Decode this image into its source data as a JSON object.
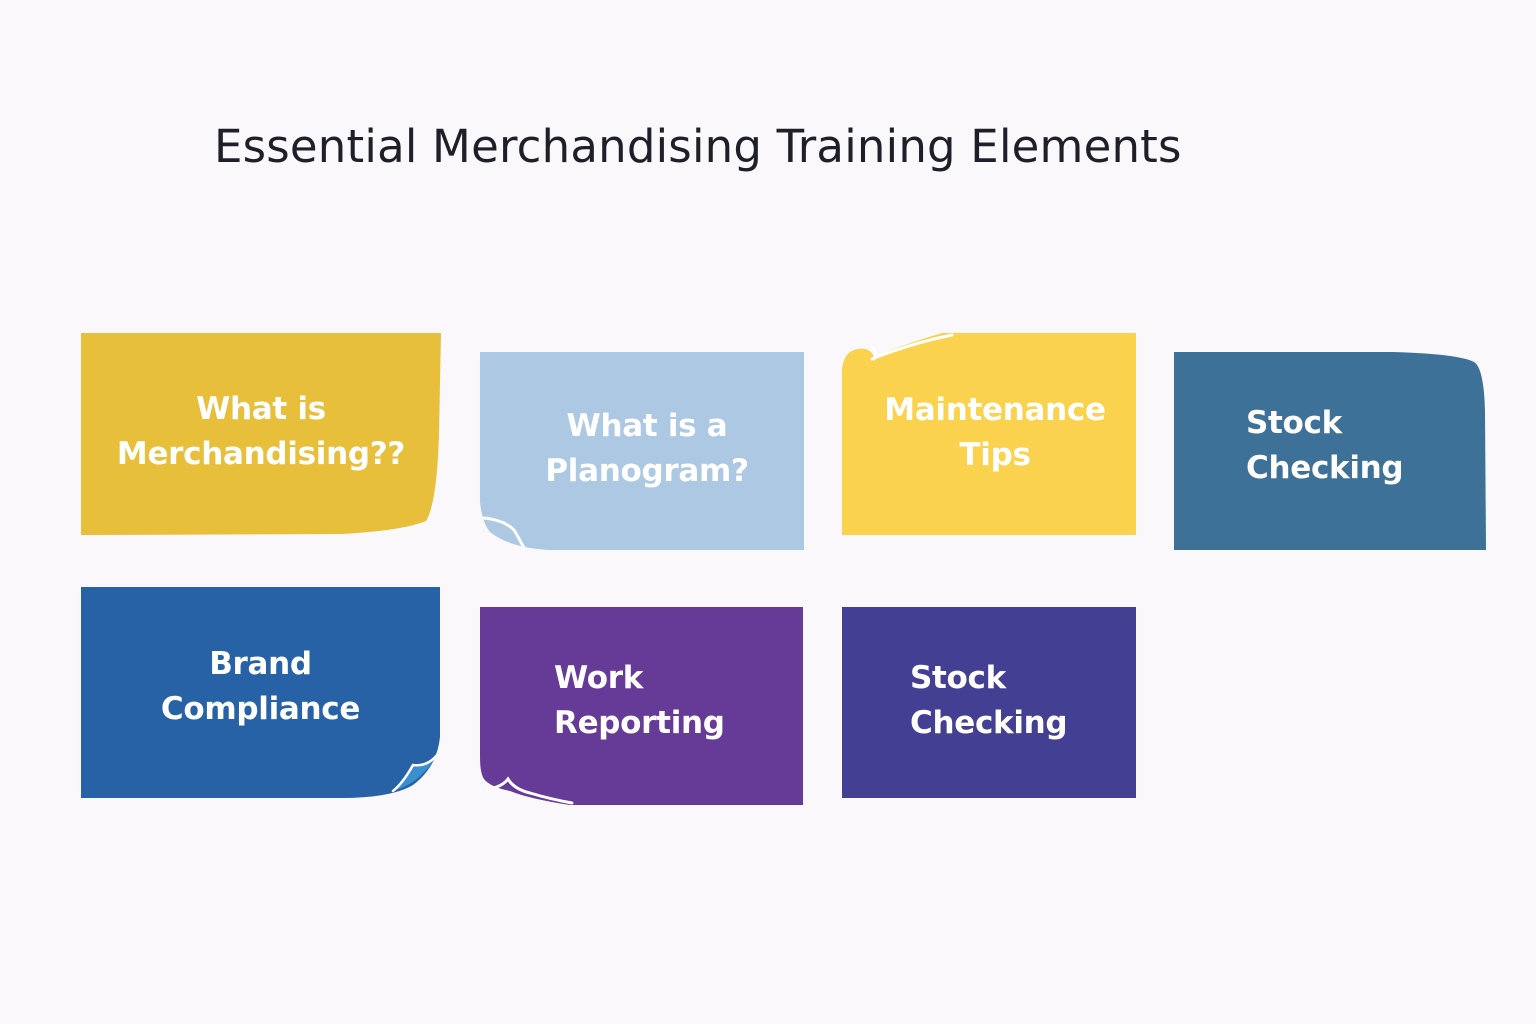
{
  "title": "Essential Merchandising Training Elements",
  "cards": [
    {
      "id": "what-is-merchandising",
      "lines": [
        "What is",
        "Merchandising??"
      ],
      "color": "#e8bf3a"
    },
    {
      "id": "what-is-a-planogram",
      "lines": [
        "What is a",
        "Planogram?"
      ],
      "color": "#adc8e2"
    },
    {
      "id": "maintenance-tips",
      "lines": [
        "Maintenance",
        "Tips"
      ],
      "color": "#fad24d"
    },
    {
      "id": "stock-checking",
      "lines": [
        "Stock",
        "Checking"
      ],
      "color": "#3e7198"
    },
    {
      "id": "brand-compliance",
      "lines": [
        "Brand",
        "Compliance"
      ],
      "color": "#2762a7"
    },
    {
      "id": "work-reporting",
      "lines": [
        "Work",
        "Reporting"
      ],
      "color": "#663b98"
    },
    {
      "id": "stock-checking-2",
      "lines": [
        "Stock",
        "Checking"
      ],
      "color": "#433f92"
    }
  ]
}
